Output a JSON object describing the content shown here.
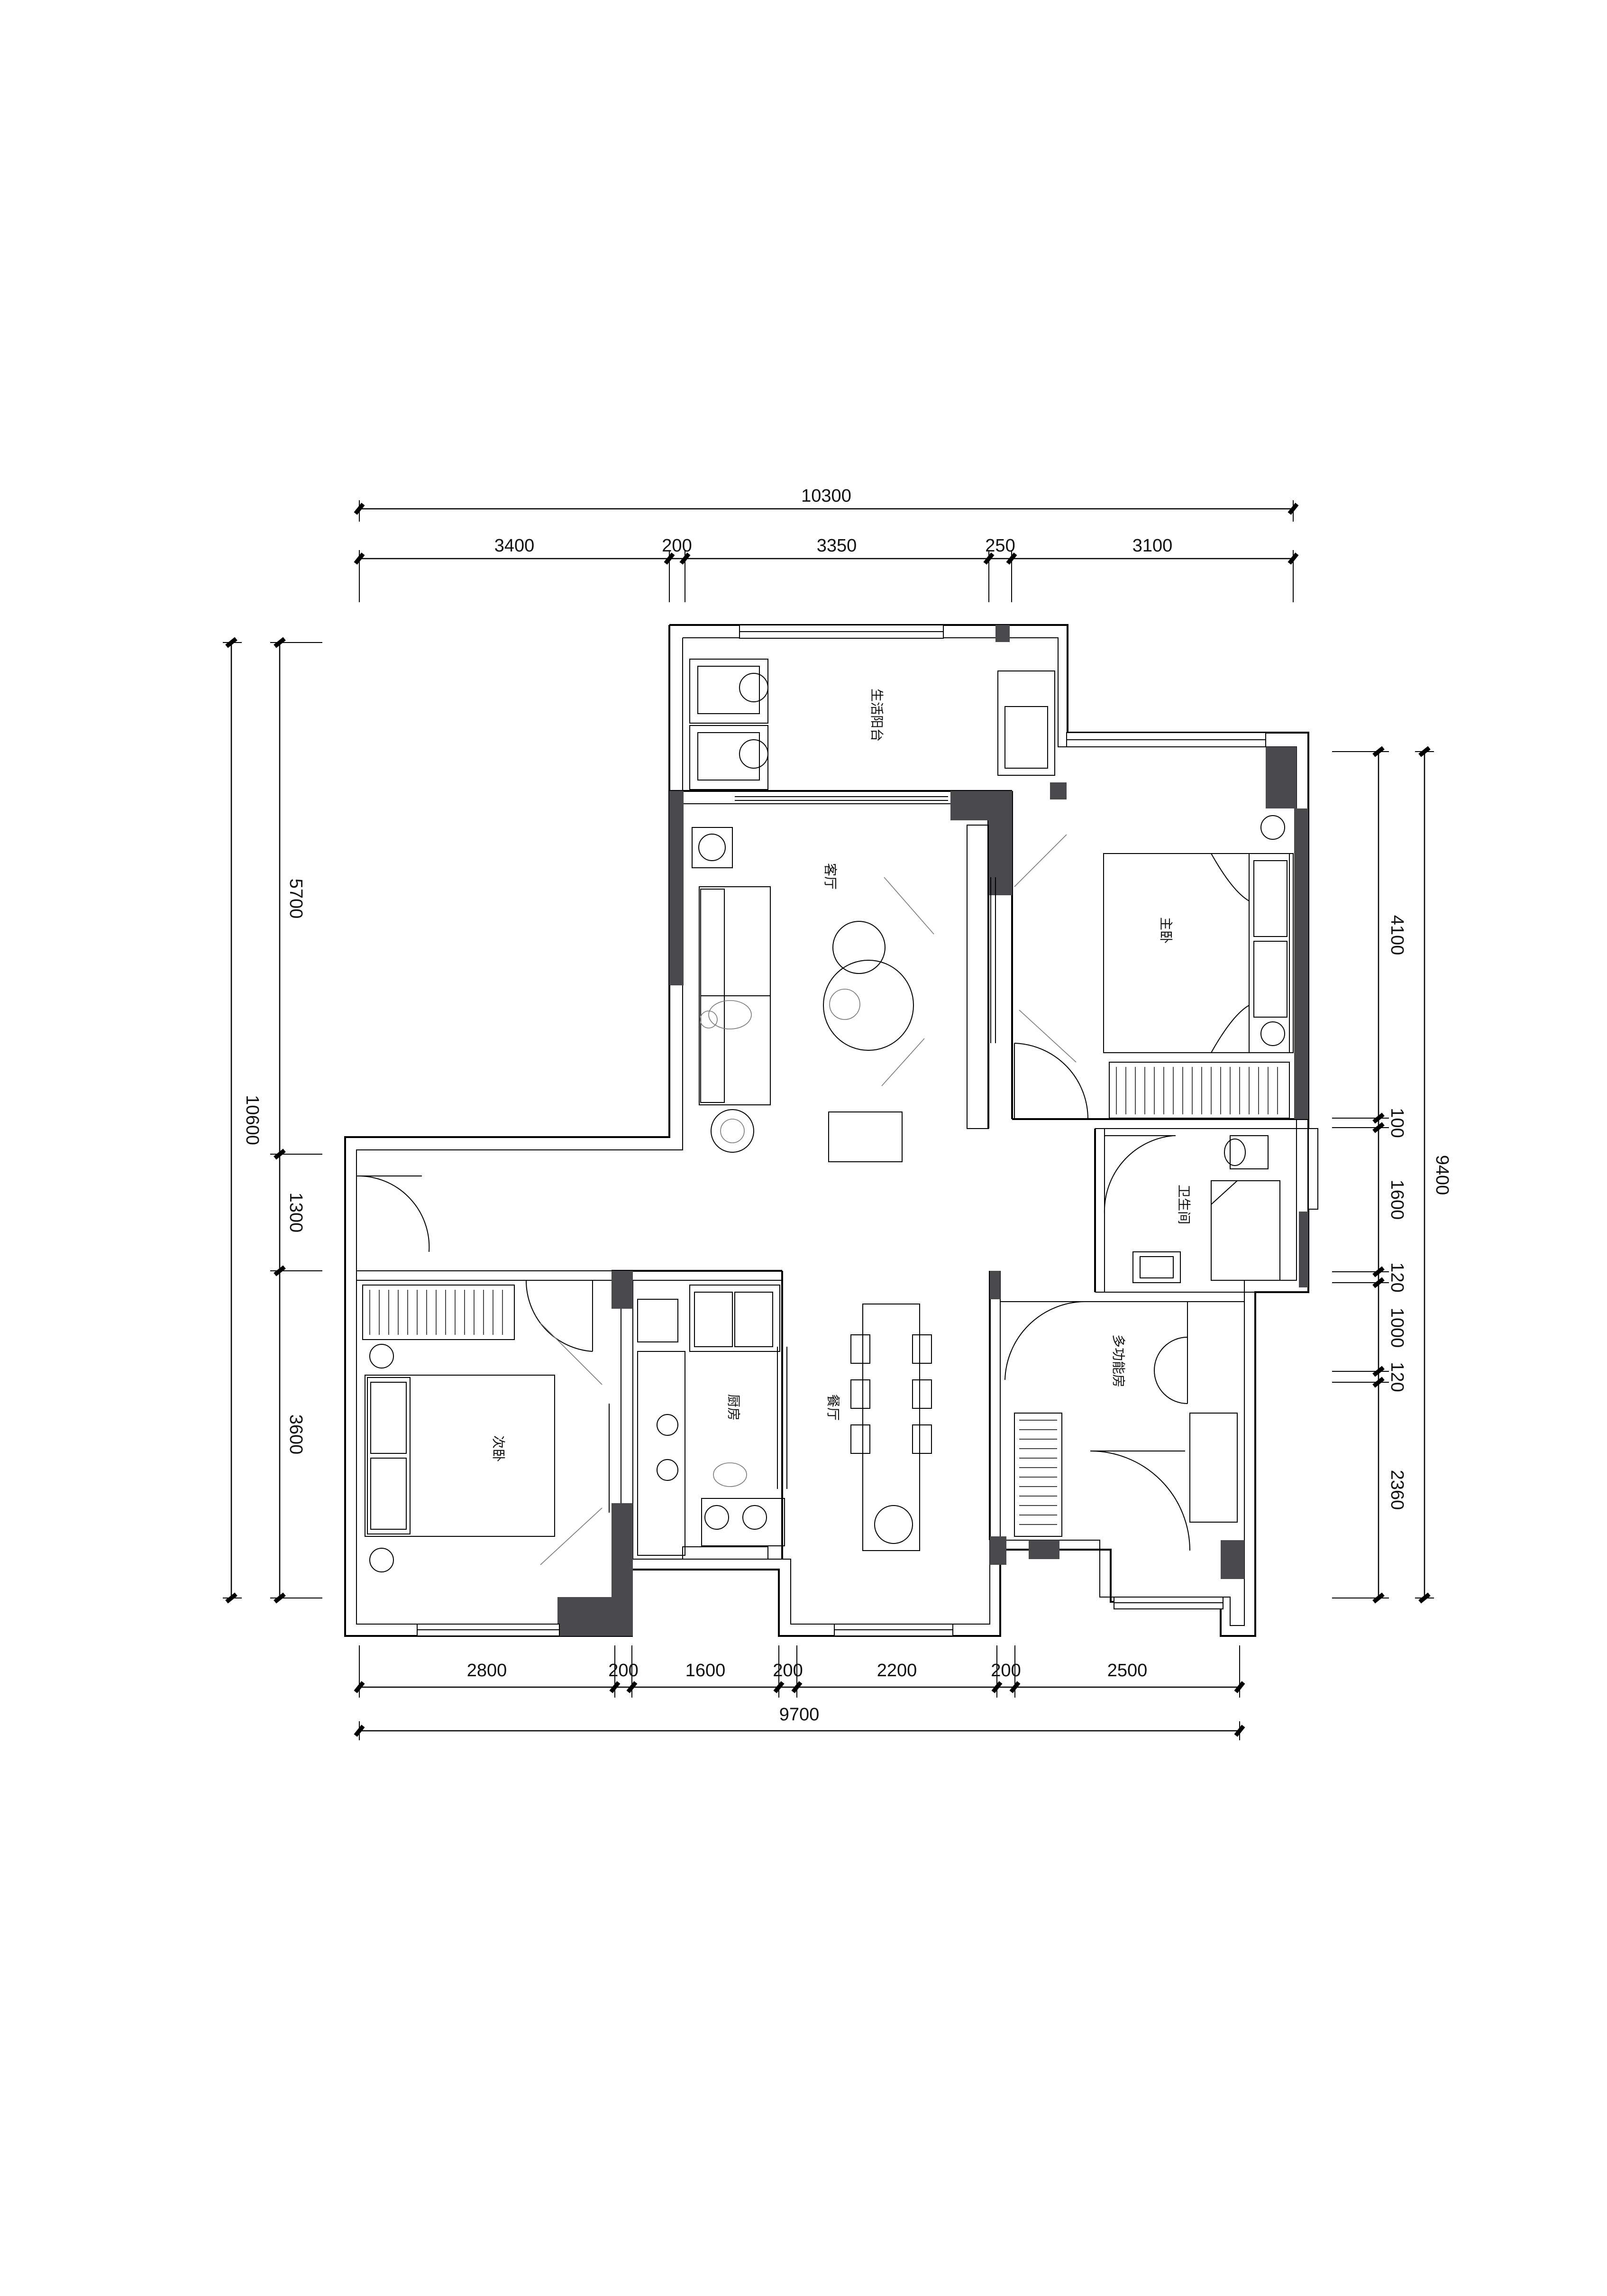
{
  "dimensions": {
    "top_overall": "10300",
    "top_segments": [
      "3400",
      "200",
      "3350",
      "250",
      "3100"
    ],
    "bottom_segments": [
      "2800",
      "200",
      "1600",
      "200",
      "2200",
      "200",
      "2500"
    ],
    "bottom_overall": "9700",
    "left_overall": "10600",
    "left_segments": [
      "5700",
      "1300",
      "3600"
    ],
    "right_overall": "9400",
    "right_segments": [
      "4100",
      "100",
      "1600",
      "120",
      "1000",
      "120",
      "2360"
    ]
  },
  "rooms": {
    "balcony": "生活阳台",
    "living_room": "客厅",
    "master_bedroom": "主卧",
    "bathroom": "卫生间",
    "multi_room": "多功能房",
    "second_bedroom": "次卧",
    "kitchen": "厨房",
    "dining_room": "餐厅"
  },
  "colors": {
    "wall": "#000000",
    "column_fill": "#4a4a4e",
    "background": "#ffffff"
  }
}
